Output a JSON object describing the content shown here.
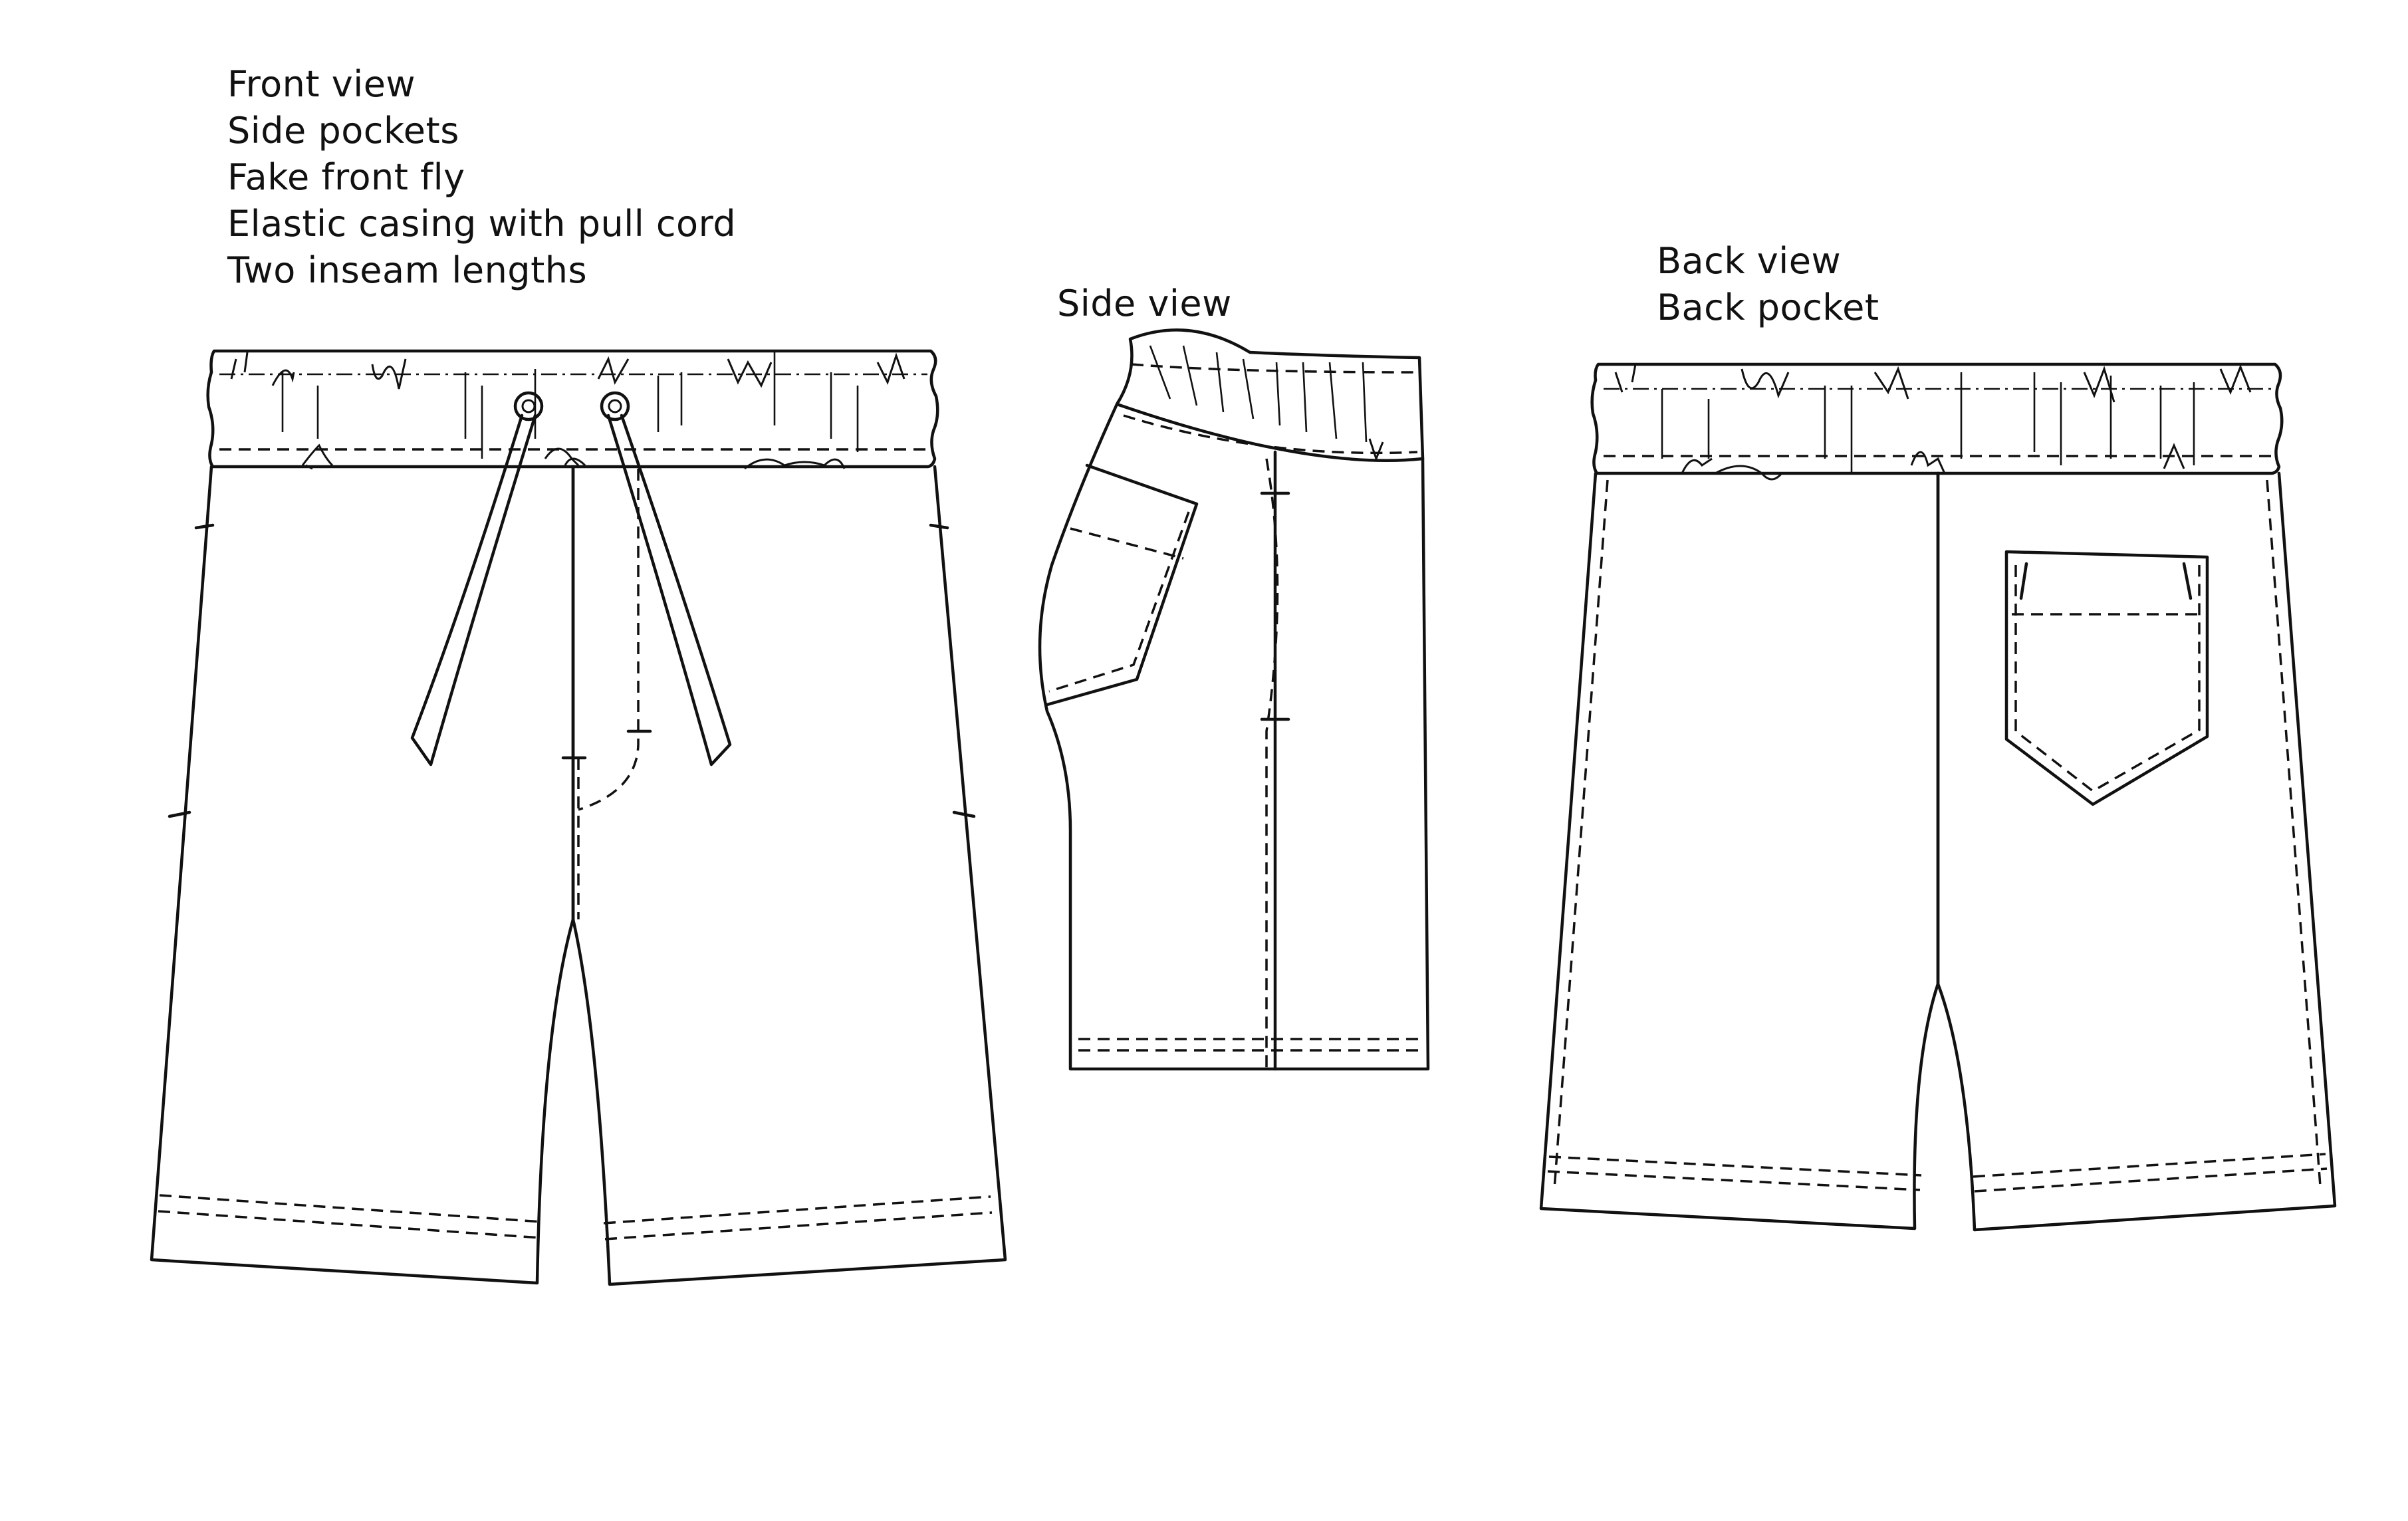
{
  "front": {
    "title": "Front view",
    "features": [
      "Side pockets",
      "Fake front fly",
      "Elastic casing with pull cord",
      "Two inseam lengths"
    ]
  },
  "side": {
    "title": "Side view"
  },
  "back": {
    "title": "Back view",
    "features": [
      "Back pocket"
    ]
  },
  "colors": {
    "line": "#111111",
    "background": "#ffffff"
  }
}
